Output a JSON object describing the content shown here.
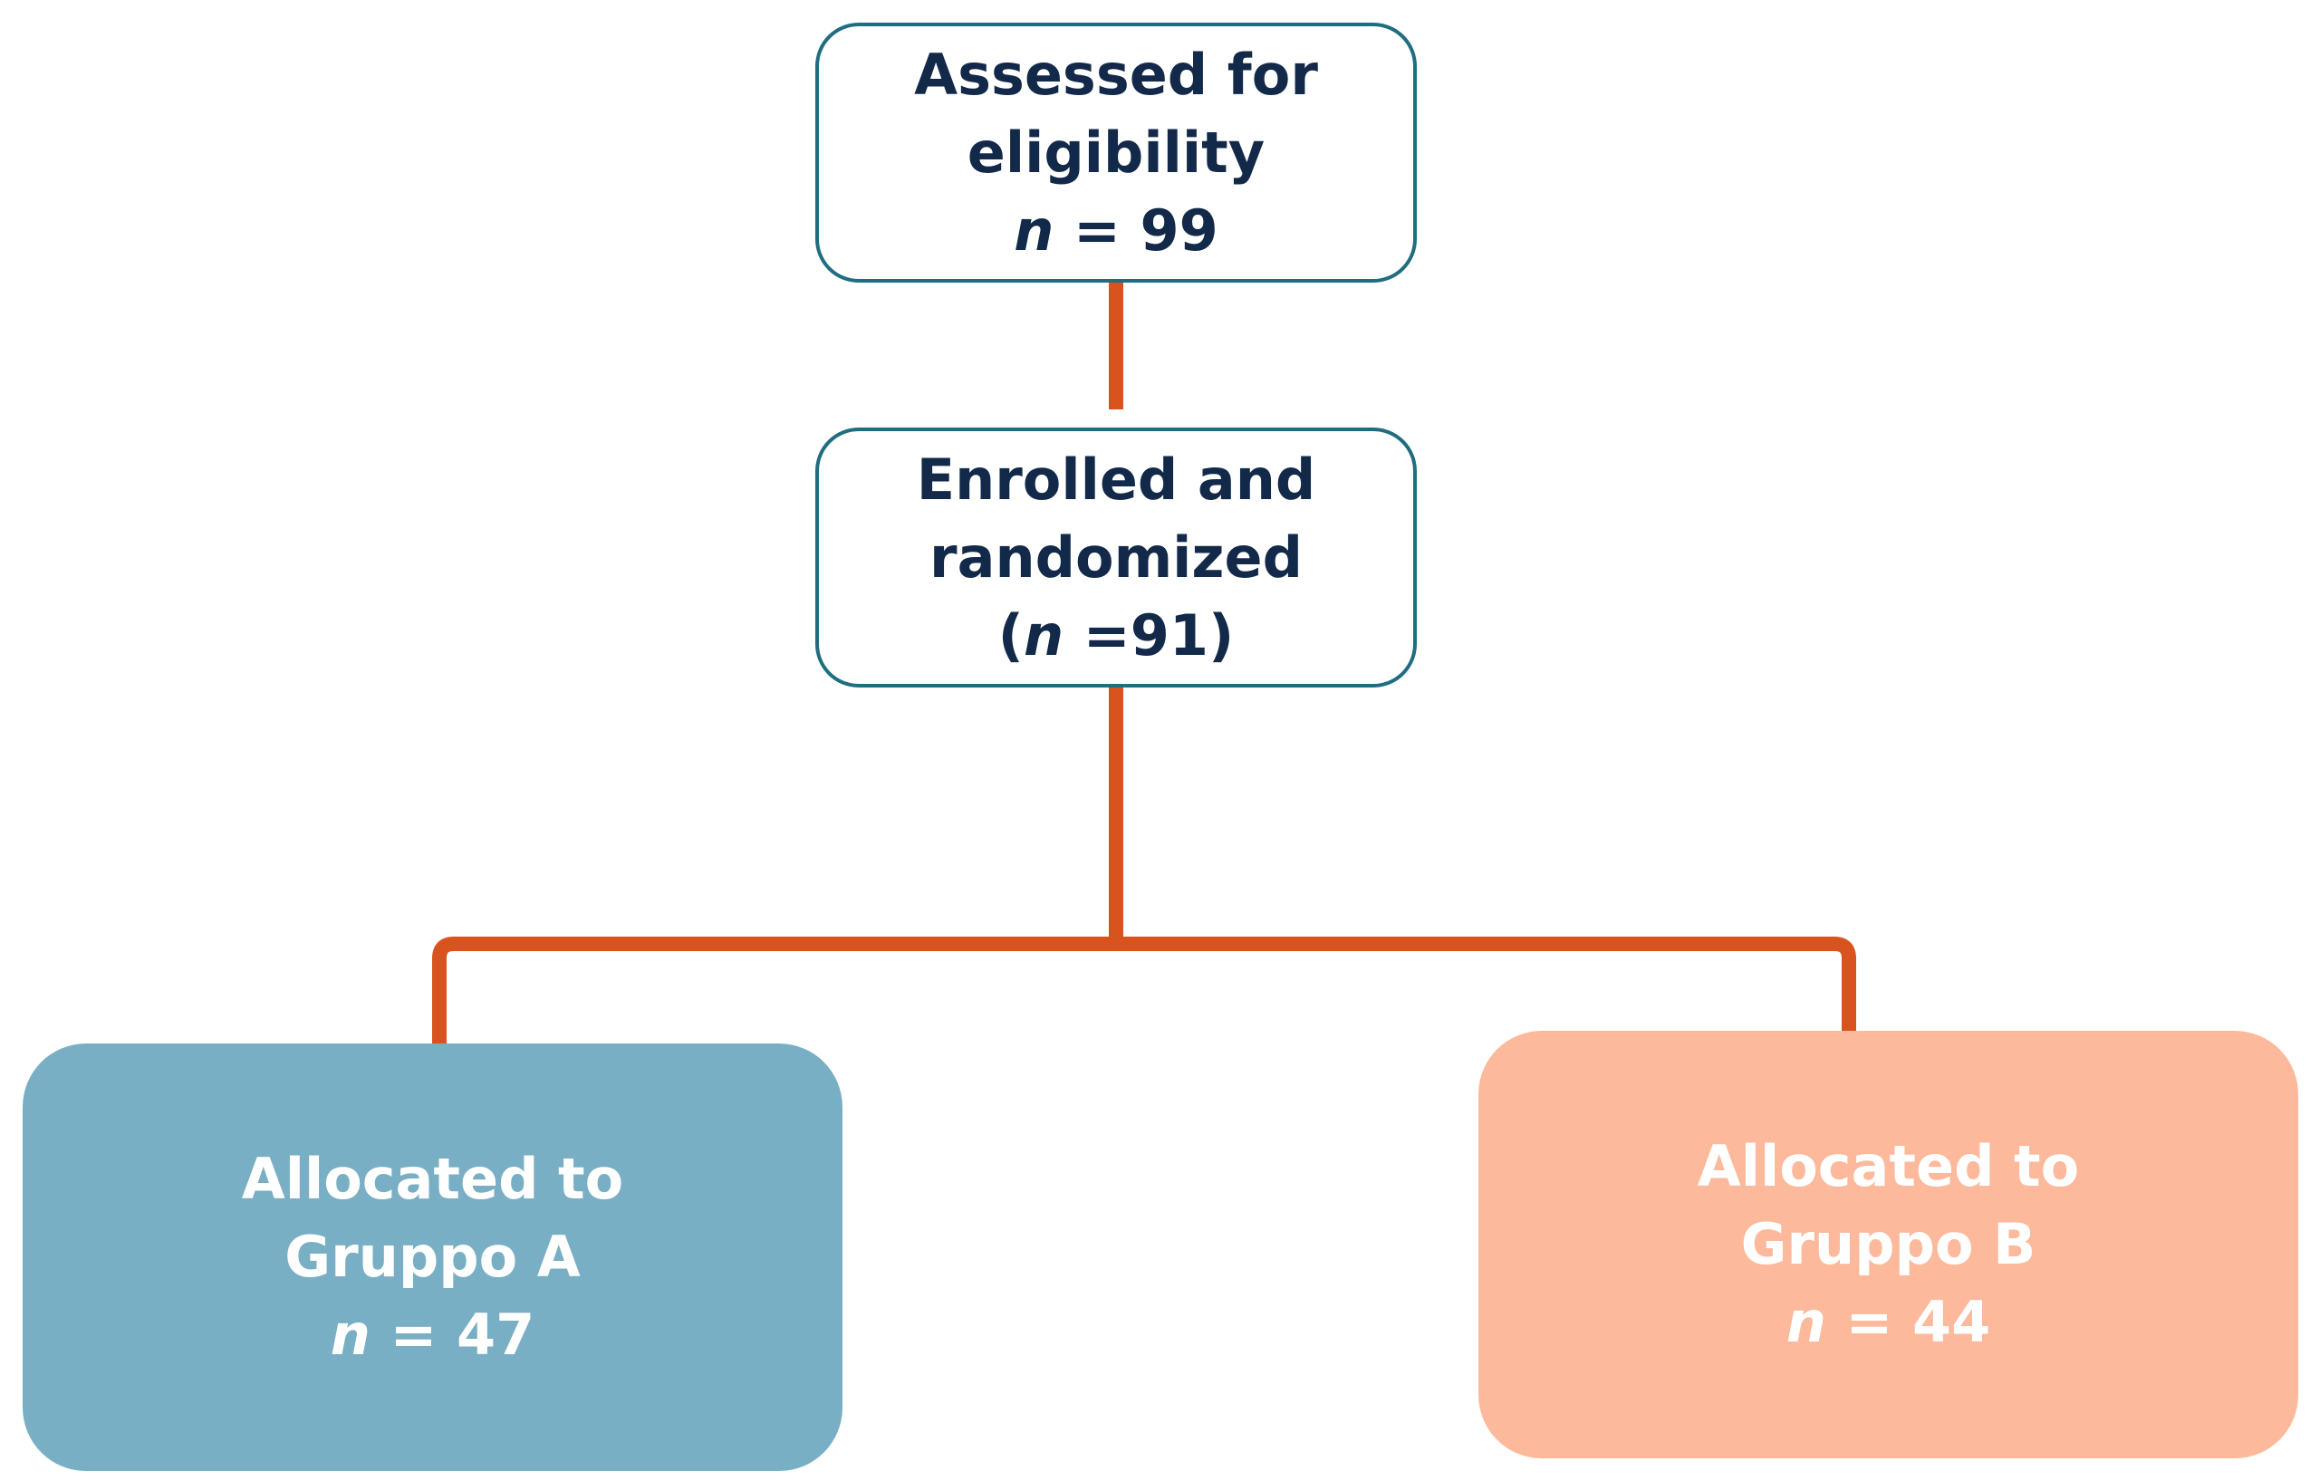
{
  "colors": {
    "connector": "#d9531e",
    "box_border": "#1f6d80",
    "box_text": "#13294a",
    "group_a_fill": "#79afc4",
    "group_b_fill": "#fcb99b",
    "group_text": "#ffffff"
  },
  "nodes": {
    "assessed": {
      "line1": "Assessed for",
      "line2": "eligibility",
      "n_symbol": "n",
      "n_rest": " = 99"
    },
    "enrolled": {
      "line1": "Enrolled and",
      "line2": "randomized",
      "n_prefix": "(",
      "n_symbol": "n",
      "n_rest": " =91)"
    },
    "group_a": {
      "line1": "Allocated to",
      "line2": "Gruppo A",
      "n_symbol": "n",
      "n_rest": " = 47"
    },
    "group_b": {
      "line1": "Allocated to",
      "line2": "Gruppo B",
      "n_symbol": "n",
      "n_rest": " = 44"
    }
  }
}
